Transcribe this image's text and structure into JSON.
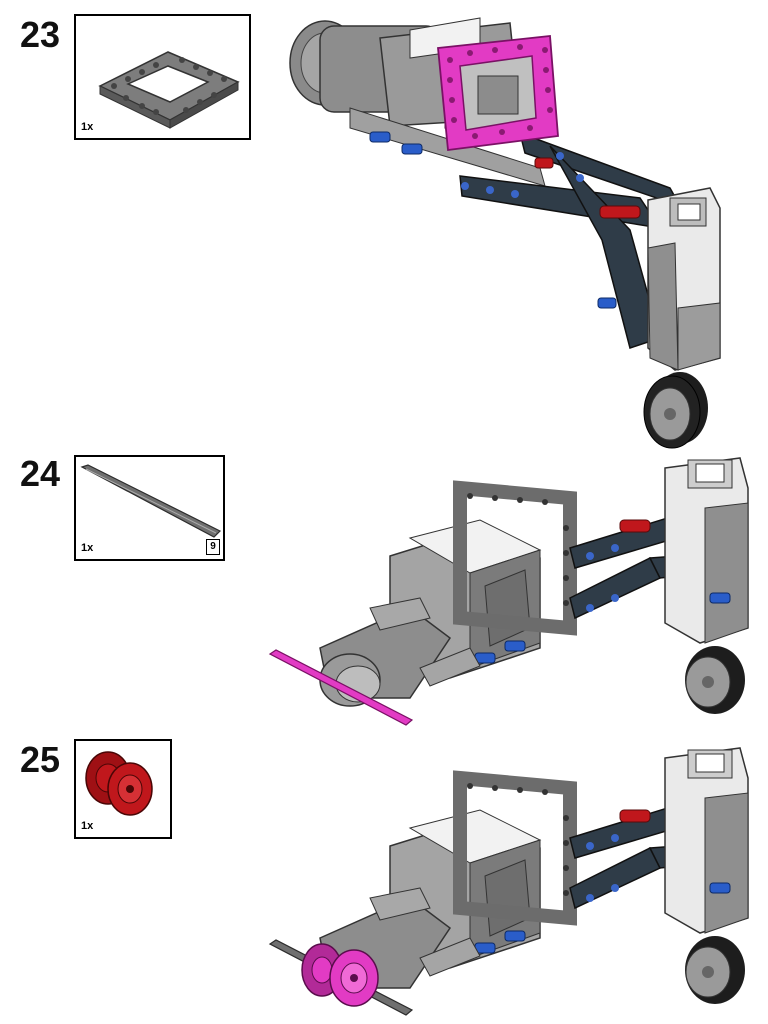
{
  "steps": [
    {
      "number": "23",
      "part_name": "lift-arm-frame-5x7",
      "quantity": "1x",
      "color": "#e23bc4"
    },
    {
      "number": "24",
      "part_name": "axle-9",
      "quantity": "1x",
      "length_label": "9",
      "color": "#e23bc4"
    },
    {
      "number": "25",
      "part_name": "wedge-belt-wheel",
      "quantity": "1x",
      "color": "#c0171c"
    }
  ],
  "colors": {
    "highlight_magenta": "#e23bc4",
    "beam_dark": "#2f3c48",
    "beam_gray": "#7d7d7d",
    "motor_white": "#f2f2f2",
    "pin_blue": "#2a5dc9",
    "pin_red": "#c0171c"
  }
}
